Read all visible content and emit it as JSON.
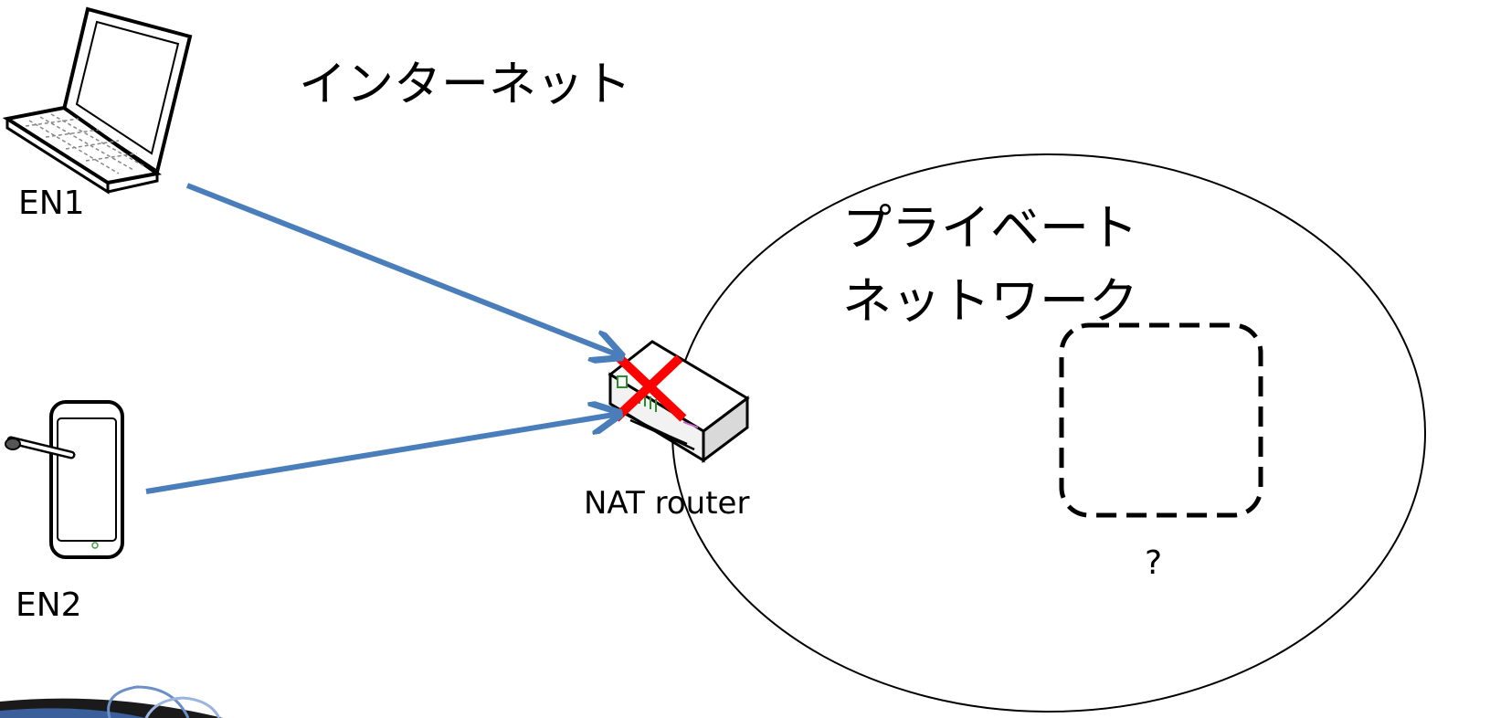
{
  "slide": {
    "internet_label": "インターネット",
    "private_network_line1": "プライベート",
    "private_network_line2": "ネットワーク",
    "unknown_host_label": "?"
  },
  "devices": {
    "en1": {
      "label": "EN1",
      "icon": "laptop-icon"
    },
    "en2": {
      "label": "EN2",
      "icon": "tablet-icon"
    },
    "router": {
      "label": "NAT router",
      "icon": "router-icon",
      "status": "blocked"
    }
  },
  "colors": {
    "arrow": "#4a7ebb",
    "blocked_mark": "#ff0000",
    "outline": "#000000"
  }
}
